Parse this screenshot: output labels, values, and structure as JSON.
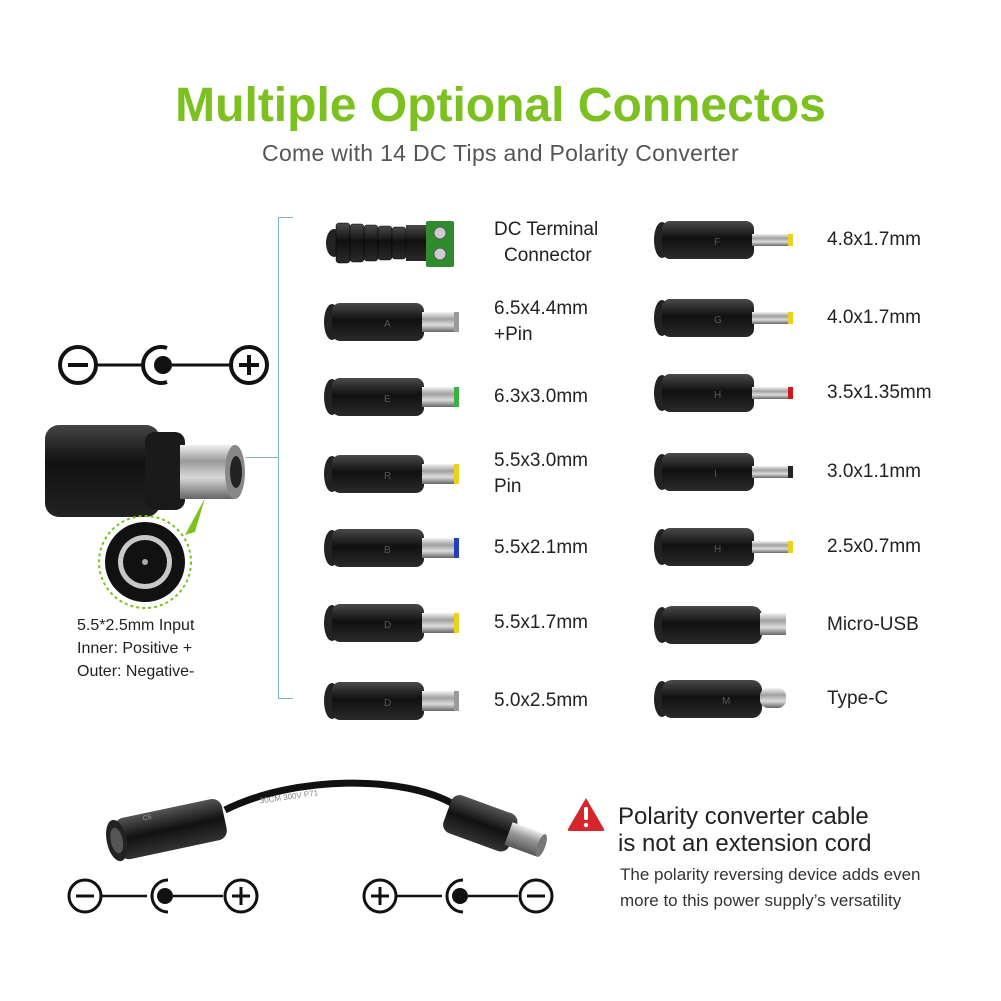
{
  "header": {
    "title": "Multiple Optional Connectos",
    "subtitle": "Come with 14 DC Tips and Polarity Converter"
  },
  "input_plug": {
    "spec_line1": "5.5*2.5mm Input",
    "spec_line2": "Inner: Positive +",
    "spec_line3": "Outer: Negative-"
  },
  "tips_left": [
    {
      "label": "DC Terminal\nConnector",
      "kind": "terminal",
      "letter": "",
      "accent": "#2e8b2e"
    },
    {
      "label": "6.5x4.4mm\n+Pin",
      "kind": "barrel",
      "letter": "A",
      "accent": "#9a9a9a"
    },
    {
      "label": "6.3x3.0mm",
      "kind": "barrel",
      "letter": "E",
      "accent": "#3cb043"
    },
    {
      "label": "5.5x3.0mm\nPin",
      "kind": "barrel",
      "letter": "R",
      "accent": "#e8d21a"
    },
    {
      "label": "5.5x2.1mm",
      "kind": "barrel",
      "letter": "B",
      "accent": "#1f3fbf"
    },
    {
      "label": "5.5x1.7mm",
      "kind": "barrel",
      "letter": "D",
      "accent": "#e8d21a"
    },
    {
      "label": "5.0x2.5mm",
      "kind": "barrel",
      "letter": "D",
      "accent": "#9a9a9a"
    }
  ],
  "tips_right": [
    {
      "label": "4.8x1.7mm",
      "kind": "barrel-small",
      "letter": "F",
      "accent": "#e8d21a"
    },
    {
      "label": "4.0x1.7mm",
      "kind": "barrel-small",
      "letter": "G",
      "accent": "#e8d21a"
    },
    {
      "label": "3.5x1.35mm",
      "kind": "barrel-small",
      "letter": "H",
      "accent": "#d01818"
    },
    {
      "label": "3.0x1.1mm",
      "kind": "barrel-small",
      "letter": "I",
      "accent": "#222222"
    },
    {
      "label": "2.5x0.7mm",
      "kind": "barrel-small",
      "letter": "H",
      "accent": "#e8d21a"
    },
    {
      "label": "Micro-USB",
      "kind": "micro-usb",
      "letter": "",
      "accent": "#bbbbbb"
    },
    {
      "label": "Type-C",
      "kind": "type-c",
      "letter": "M",
      "accent": "#bbbbbb"
    }
  ],
  "cable": {
    "print": "30CM 300V P71"
  },
  "warning": {
    "title_line1": "Polarity converter cable",
    "title_line2": "is not an extension cord",
    "desc_line1": "The polarity reversing device adds even",
    "desc_line2": "more to this power supply’s versatility"
  },
  "colors": {
    "title_green": "#7cc11f",
    "bracket": "#7fb8b8",
    "warning_red": "#d7262b"
  },
  "icons": {
    "polarity_symbol": "polarity-center-negative",
    "polarity_symbol_reverse": "polarity-center-positive",
    "warning": "warning-triangle-icon"
  }
}
